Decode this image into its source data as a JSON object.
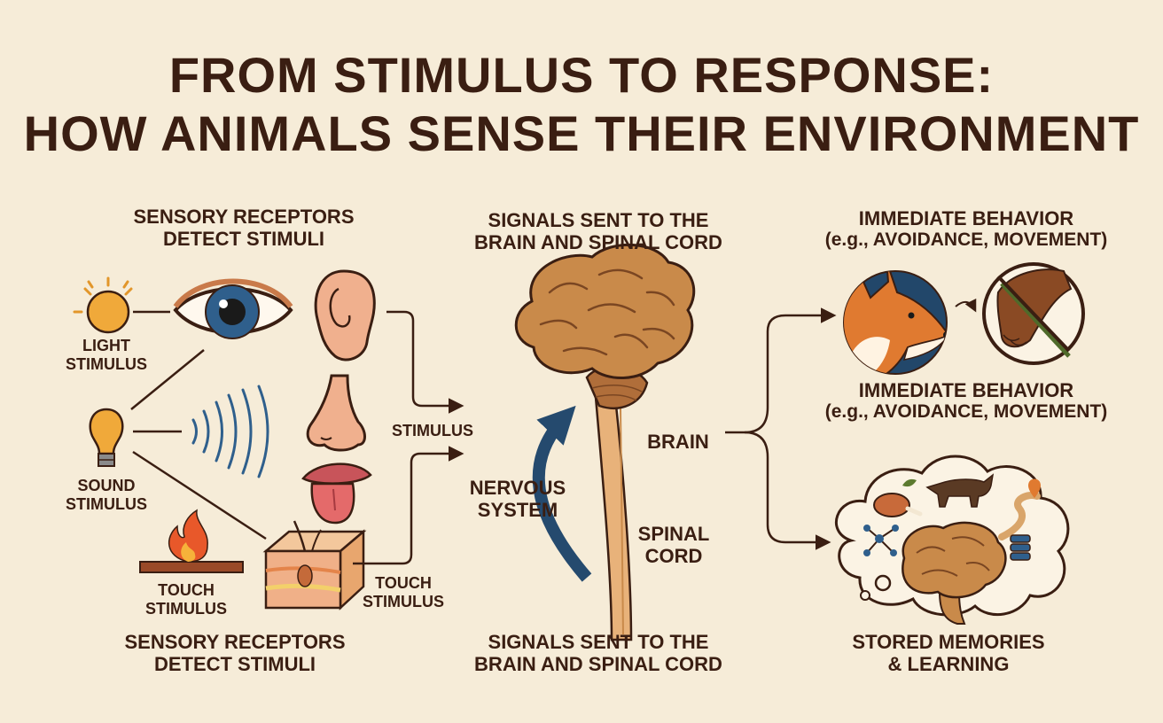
{
  "title": {
    "line1": "FROM STIMULUS TO RESPONSE:",
    "line2": "HOW ANIMALS SENSE THEIR ENVIRONMENT"
  },
  "receptors": {
    "heading_top": {
      "line1": "SENSORY RECEPTORS",
      "line2": "DETECT STIMULI"
    },
    "heading_bottom": {
      "line1": "SENSORY RECEPTORS",
      "line2": "DETECT STIMULI"
    },
    "light": {
      "line1": "LIGHT",
      "line2": "STIMULUS"
    },
    "sound": {
      "line1": "SOUND",
      "line2": "STIMULUS"
    },
    "touch": {
      "line1": "TOUCH",
      "line2": "STIMULUS"
    }
  },
  "signals": {
    "heading_top": {
      "line1": "SIGNALS SENT TO THE",
      "line2": "BRAIN AND SPINAL CORD"
    },
    "heading_bottom": {
      "line1": "SIGNALS SENT TO THE",
      "line2": "BRAIN AND SPINAL CORD"
    },
    "stimulus_arrow": "STIMULUS",
    "touch_arrow": {
      "line1": "TOUCH",
      "line2": "STIMULUS"
    },
    "nervous_system": {
      "line1": "NERVOUS",
      "line2": "SYSTEM"
    },
    "brain": "BRAIN",
    "spinal_cord": {
      "line1": "SPINAL",
      "line2": "CORD"
    }
  },
  "response": {
    "behavior_top": {
      "title": "IMMEDIATE BEHAVIOR",
      "detail": "(e.g., AVOIDANCE, MOVEMENT)"
    },
    "behavior_mid": {
      "title": "IMMEDIATE BEHAVIOR",
      "detail": "(e.g., AVOIDANCE, MOVEMENT)"
    },
    "memory": {
      "line1": "STORED MEMORIES",
      "line2": "& LEARNING"
    }
  },
  "colors": {
    "background": "#f6ecd8",
    "text": "#3a1e12",
    "brain": "#c98a4a",
    "nervous_arrow": "#254a6e",
    "fox": "#e07a30"
  }
}
